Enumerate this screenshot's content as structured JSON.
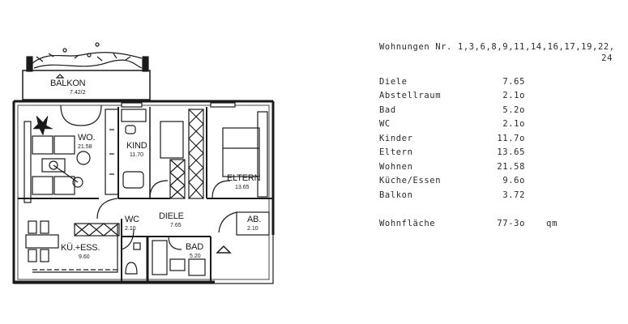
{
  "header": {
    "title": "Wohnungen Nr. 1,3,6,8,9,11,14,16,17,19,22,",
    "title_cont": "24"
  },
  "rooms": [
    {
      "name": "Diele",
      "area": "7.65"
    },
    {
      "name": "Abstellraum",
      "area": "2.1o"
    },
    {
      "name": "Bad",
      "area": "5.2o"
    },
    {
      "name": "WC",
      "area": "2.1o"
    },
    {
      "name": "Kinder",
      "area": "11.7o"
    },
    {
      "name": "Eltern",
      "area": "13.65"
    },
    {
      "name": "Wohnen",
      "area": "21.58"
    },
    {
      "name": "Küche/Essen",
      "area": "9.6o"
    },
    {
      "name": "Balkon",
      "area": "3.72"
    }
  ],
  "total": {
    "name": "Wohnfläche",
    "area": "77-3o",
    "unit": "qm"
  },
  "plan_labels": {
    "balkon": {
      "name": "BALKON",
      "area": "7.42/2"
    },
    "wohnen": {
      "name": "WO.",
      "area": "21.58"
    },
    "kind": {
      "name": "KIND",
      "area": "11.70"
    },
    "eltern": {
      "name": "ELTERN",
      "area": "13.65"
    },
    "diele": {
      "name": "DIELE",
      "area": "7.65"
    },
    "wc": {
      "name": "WC",
      "area": "2.10"
    },
    "ab": {
      "name": "AB.",
      "area": "2.10"
    },
    "kueche": {
      "name": "KÜ.+ESS.",
      "area": "9.60"
    },
    "bad": {
      "name": "BAD",
      "area": "5.20"
    }
  },
  "colors": {
    "ink": "#1a1a1a",
    "paper": "#ffffff"
  }
}
